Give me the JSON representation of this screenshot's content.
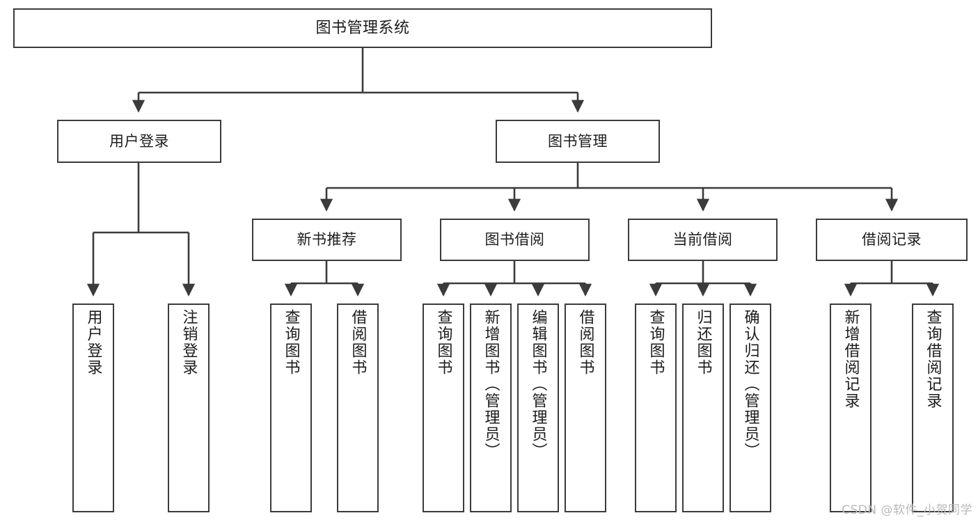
{
  "diagram": {
    "type": "tree-hierarchy-chart",
    "title": "图书管理系统",
    "line_color": "#3b3b3b",
    "box_fill": "#ffffff",
    "text_color": "#1c1c1c",
    "nodes": {
      "root": {
        "label": "图书管理系统"
      },
      "level2": [
        {
          "label": "用户登录"
        },
        {
          "label": "图书管理"
        }
      ],
      "level3": [
        {
          "label": "新书推荐"
        },
        {
          "label": "图书借阅"
        },
        {
          "label": "当前借阅"
        },
        {
          "label": "借阅记录"
        }
      ],
      "leaves_login": [
        {
          "label": "用户登录"
        },
        {
          "label": "注销登录"
        }
      ],
      "leaves_new_books": [
        {
          "label": "查询图书"
        },
        {
          "label": "借阅图书"
        }
      ],
      "leaves_borrow": [
        {
          "label": "查询图书"
        },
        {
          "label": "新增图书（管理员）"
        },
        {
          "label": "编辑图书（管理员）"
        },
        {
          "label": "借阅图书"
        }
      ],
      "leaves_current": [
        {
          "label": "查询图书"
        },
        {
          "label": "归还图书"
        },
        {
          "label": "确认归还（管理员）"
        }
      ],
      "leaves_records": [
        {
          "label": "新增借阅记录"
        },
        {
          "label": "查询借阅记录"
        }
      ]
    }
  },
  "watermark": {
    "text": "CSDN @软件_小贺同学"
  }
}
